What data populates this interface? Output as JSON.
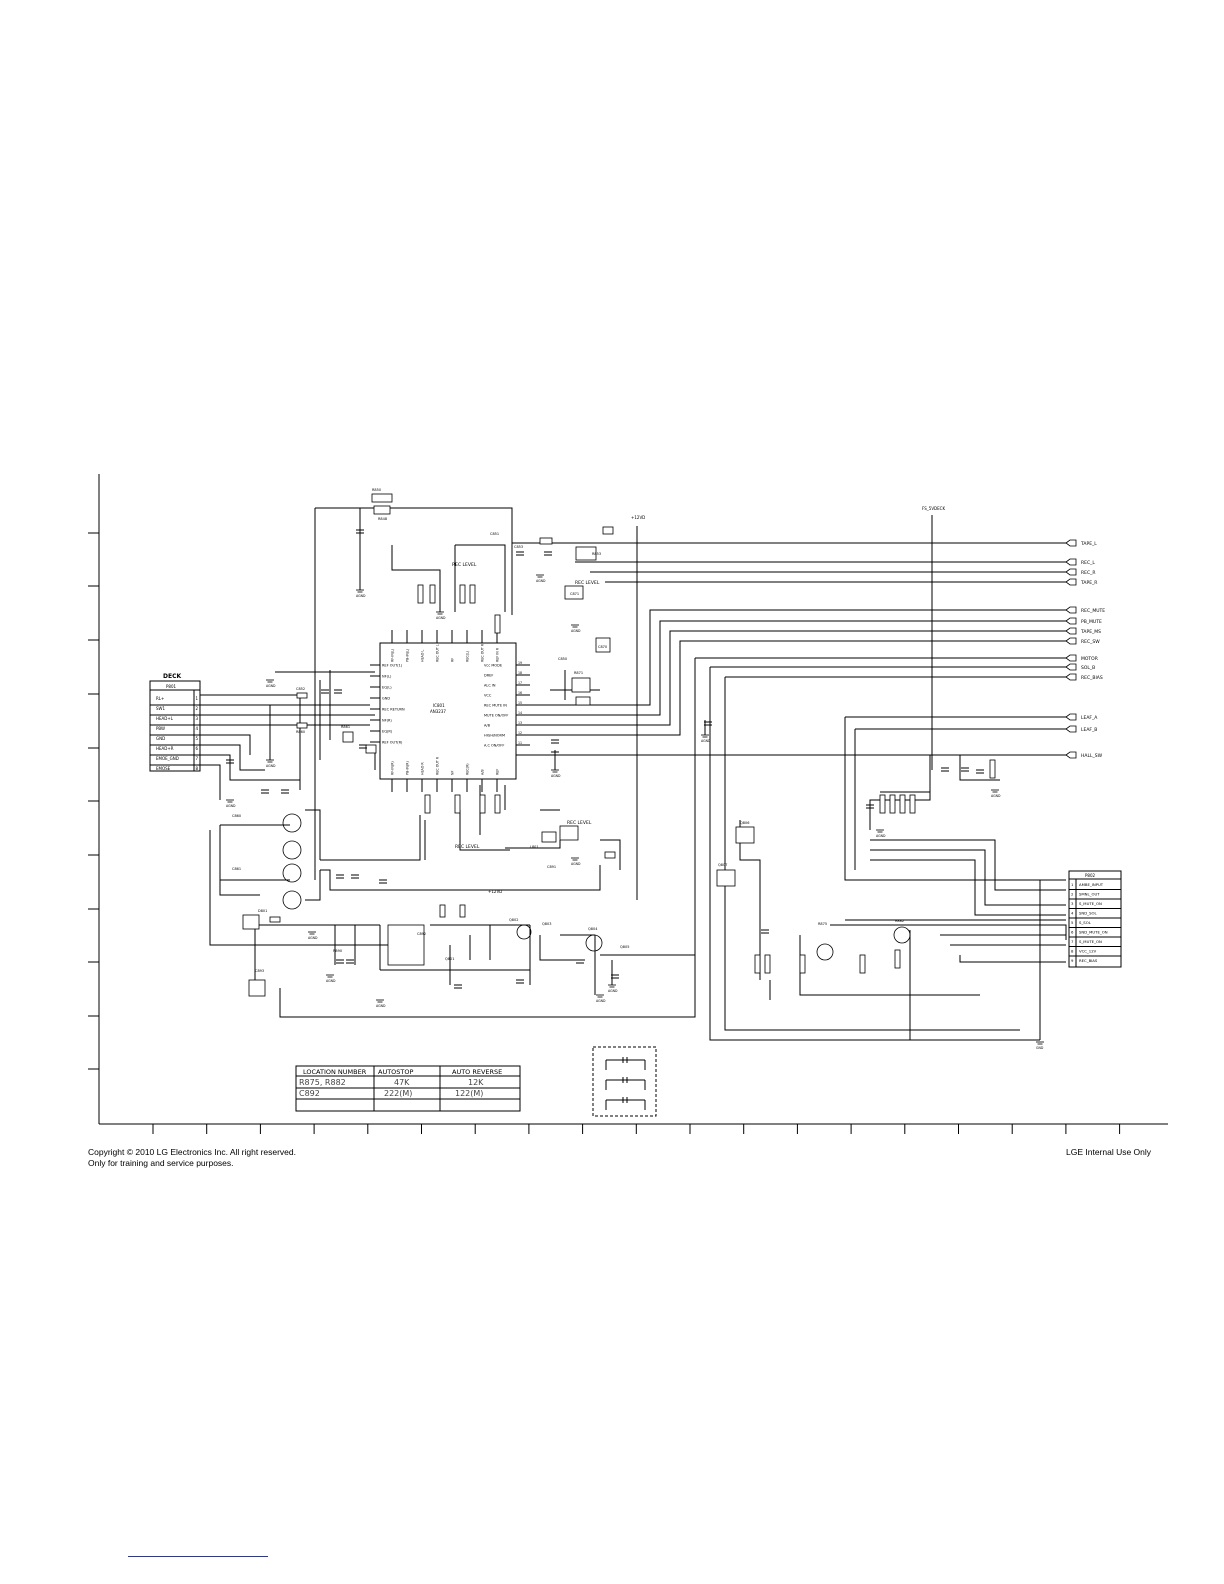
{
  "ic": {
    "ref": "IC801",
    "part": "AN3237",
    "left_pins": [
      "REF OUT(1)",
      "NF(L)",
      "EQ(L)",
      "GND",
      "REC RETURN",
      "NF(R)",
      "EQ(R)",
      "REF OUT(R)"
    ],
    "right_pins": [
      "Vcc MODE",
      "DREF",
      "ALC IN",
      "VCC",
      "REC MUTE IN",
      "MUTE ON/OFF",
      "A/B",
      "HIGH/NORM",
      "A.C ON/OFF"
    ],
    "right_pin_numbers": [
      "19",
      "18",
      "17",
      "16",
      "15",
      "14",
      "13",
      "12",
      "11"
    ],
    "top_pins": [
      "RF-IN(L)",
      "PB-IN(L)",
      "HEAD L",
      "REC OUT L",
      "RF",
      "REC(L)",
      "REC OUT R",
      "REF IN R"
    ],
    "bottom_pins": [
      "RF-IN(R)",
      "PB-IN(R)",
      "HEAD R",
      "REC OUT R",
      "NF",
      "REC(R)",
      "A/B",
      "REF"
    ]
  },
  "connector_left": {
    "title": "DECK",
    "ref": "P801",
    "pins": [
      "RL+",
      "SW1",
      "HEAD+L",
      "PBW",
      "GND",
      "HEAD+R",
      "EMOE_GND",
      "EMOSE"
    ],
    "numbers": [
      "1",
      "2",
      "3",
      "4",
      "5",
      "6",
      "7",
      "8"
    ]
  },
  "connector_right": {
    "ref": "P802",
    "pins": [
      "AMBE_INPUT",
      "SMNL_OUT",
      "S_MUTE_ON",
      "SND_SOL",
      "S_SOL",
      "SND_MUTE_ON",
      "S_MUTE_ON",
      "VCC_12V",
      "REC_BIAS"
    ],
    "numbers": [
      "1",
      "2",
      "3",
      "4",
      "5",
      "6",
      "7",
      "8",
      "9"
    ]
  },
  "signals": [
    "TAPE_L",
    "REC_L",
    "REC_R",
    "TAPE_R",
    "REC_MUTE",
    "PB_MUTE",
    "TAPE_MS",
    "REC_SW",
    "MOTOR",
    "SOL_B",
    "REC_BIAS",
    "LEAF_A",
    "LEAF_B",
    "HALL_SW"
  ],
  "power_labels": [
    "+12VD",
    "FS_5VDECK",
    "+12VD"
  ],
  "rec_level_labels": [
    "REC LEVEL",
    "REC LEVEL",
    "REC LEVEL",
    "REC LEVEL"
  ],
  "component_labels": [
    "R850",
    "R848",
    "C851",
    "C853",
    "R853",
    "C871",
    "C870",
    "R871",
    "C850",
    "C852",
    "R860",
    "R861",
    "L801",
    "C891",
    "C892",
    "Q801",
    "Q802",
    "Q803",
    "Q804",
    "Q805",
    "Q806",
    "Q807",
    "R875",
    "R882",
    "C860",
    "C861",
    "D801",
    "C893",
    "R890"
  ],
  "table": {
    "headers": [
      "LOCATION NUMBER",
      "AUTOSTOP",
      "AUTO REVERSE"
    ],
    "rows": [
      [
        "R875, R882",
        "47K",
        "12K"
      ],
      [
        "C892",
        "222(M)",
        "122(M)"
      ]
    ]
  },
  "ground_labels": [
    "AGND",
    "AGND",
    "AGND",
    "AGND",
    "AGND",
    "AGND",
    "GND"
  ],
  "footer": {
    "copyright": "Copyright © 2010 LG Electronics Inc. All right reserved.",
    "training": "Only for training and service purposes.",
    "internal": "LGE Internal Use Only"
  }
}
